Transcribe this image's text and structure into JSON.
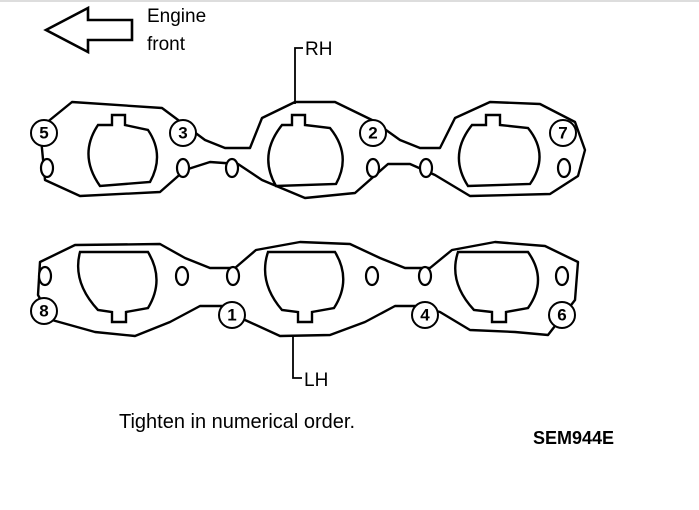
{
  "labels": {
    "direction": [
      "Engine",
      "front"
    ],
    "rh": "RH",
    "lh": "LH",
    "caption": "Tighten in numerical order.",
    "code": "SEM944E"
  },
  "bolts": {
    "rh": [
      "5",
      "3",
      "2",
      "7"
    ],
    "lh": [
      "8",
      "1",
      "4",
      "6"
    ]
  },
  "icons": {
    "direction_arrow": "left-arrow-icon"
  }
}
